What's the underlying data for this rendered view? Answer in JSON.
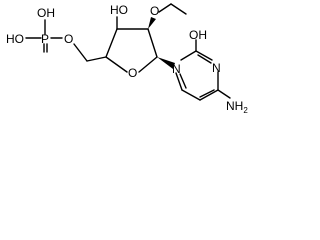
{
  "molecule": {
    "labels": {
      "phosphate_oh_top": "OH",
      "phosphate_p": "P",
      "phosphate_oh_left": "HO",
      "phosphate_o_bridge": "O",
      "ring_hydroxyl": "HO",
      "ring_oxygen": "O",
      "ethoxy_oxygen": "O",
      "base_n1": "N",
      "base_oh": "OH",
      "base_n3": "N",
      "amino": "NH",
      "amino_subscript": "2"
    },
    "colors": {
      "bond": "#000000",
      "text": "#000000",
      "background": "#ffffff"
    }
  }
}
